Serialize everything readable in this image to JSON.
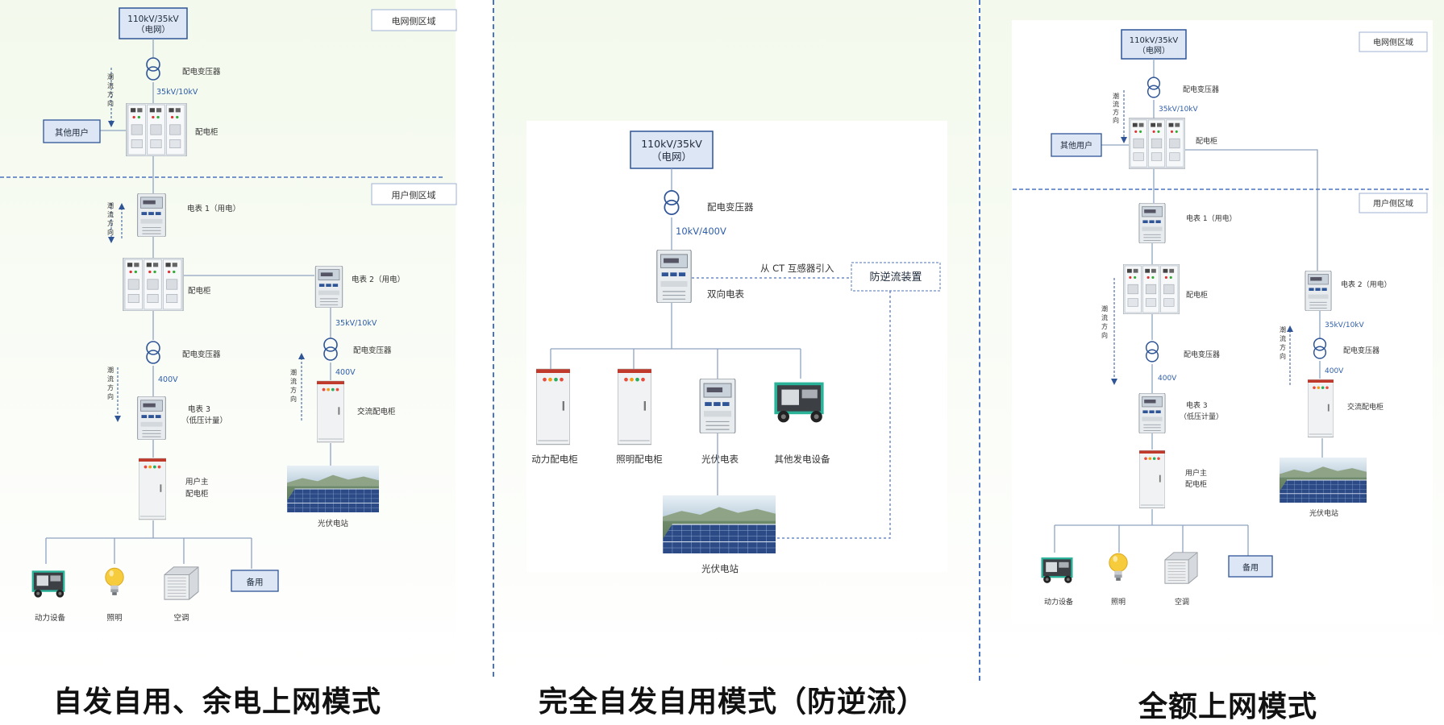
{
  "panel1": {
    "grid_box": "110kV/35kV",
    "grid_box_sub": "（电网）",
    "grid_region": "电网侧区域",
    "user_region": "用户侧区域",
    "transformer": "配电变压器",
    "voltage1": "35kV/10kV",
    "cabinet": "配电柜",
    "other_user": "其他用户",
    "flow_label": [
      "潮",
      "流",
      "方",
      "向"
    ],
    "meter1": "电表 1（用电）",
    "cabinet2": "配电柜",
    "meter2": "电表 2（用电）",
    "voltage2": "35kV/10kV",
    "transformer2": "配电变压器",
    "voltage3": "400V",
    "ac_cabinet": "交流配电柜",
    "pv_station": "光伏电站",
    "transformer3": "配电变压器",
    "voltage4": "400V",
    "meter3": "电表 3",
    "meter3_sub": "（低压计量）",
    "user_main_cabinet": "用户主",
    "user_main_cabinet_sub": "配电柜",
    "load_power": "动力设备",
    "load_light": "照明",
    "load_ac": "空调",
    "load_spare": "备用"
  },
  "panel2": {
    "grid_box": "110kV/35kV",
    "grid_box_sub": "（电网）",
    "transformer": "配电变压器",
    "voltage": "10kV/400V",
    "bidir_meter": "双向电表",
    "ct_note": "从 CT 互感器引入",
    "anti_backflow": "防逆流装置",
    "power_cabinet": "动力配电柜",
    "light_cabinet": "照明配电柜",
    "pv_meter": "光伏电表",
    "other_gen": "其他发电设备",
    "pv_station": "光伏电站"
  },
  "panel3": {
    "grid_box": "110kV/35kV",
    "grid_box_sub": "（电网）",
    "grid_region": "电网侧区域",
    "user_region": "用户侧区域",
    "transformer": "配电变压器",
    "voltage1": "35kV/10kV",
    "cabinet": "配电柜",
    "other_user": "其他用户",
    "flow_label": [
      "潮",
      "流",
      "方",
      "向"
    ],
    "meter1": "电表 1（用电）",
    "cabinet2": "配电柜",
    "transformer3": "配电变压器",
    "voltage4": "400V",
    "meter3": "电表 3",
    "meter3_sub": "（低压计量）",
    "user_main_cabinet": "用户主",
    "user_main_cabinet_sub": "配电柜",
    "meter2": "电表 2（用电）",
    "voltage2": "35kV/10kV",
    "transformer2": "配电变压器",
    "voltage3": "400V",
    "ac_cabinet": "交流配电柜",
    "pv_station": "光伏电站",
    "load_power": "动力设备",
    "load_light": "照明",
    "load_ac": "空调",
    "load_spare": "备用"
  },
  "titles": {
    "mode1": "自发自用、余电上网模式",
    "mode2": "完全自发自用模式（防逆流）",
    "mode3": "全额上网模式"
  },
  "colors": {
    "accent": "#2f5597",
    "box_fill": "#dce6f4",
    "voltage_text": "#2e5eaa",
    "separator": "#4c73c0"
  }
}
